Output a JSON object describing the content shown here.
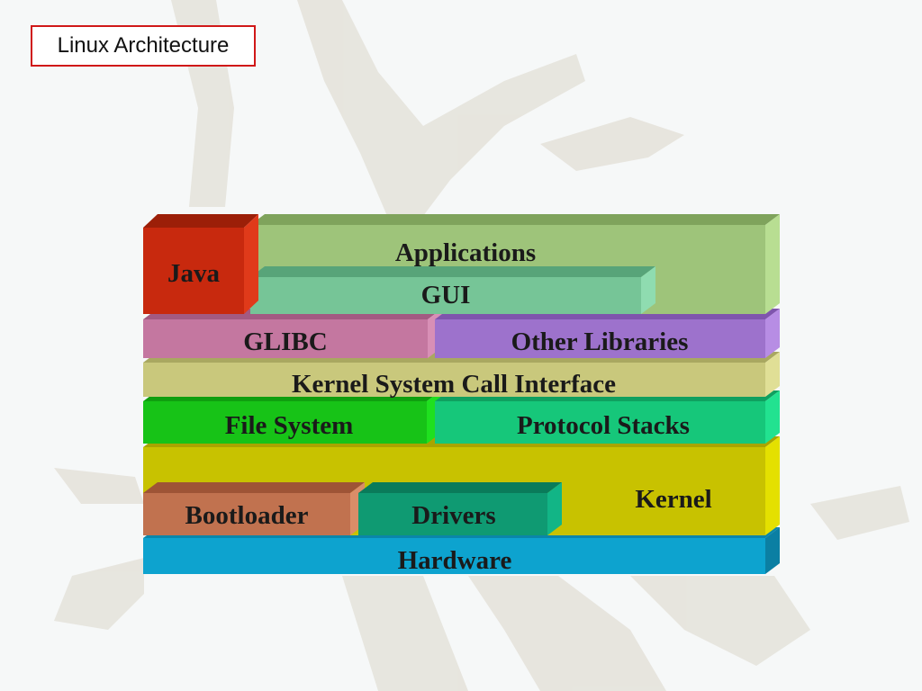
{
  "title": "Linux Architecture",
  "blocks": {
    "applications": {
      "label": "Applications",
      "color": "#9ec47a"
    },
    "java": {
      "label": "Java",
      "color": "#c8290e"
    },
    "gui": {
      "label": "GUI",
      "color": "#76c597"
    },
    "glibc": {
      "label": "GLIBC",
      "color": "#c477a0"
    },
    "other_libraries": {
      "label": "Other Libraries",
      "color": "#9d72cc"
    },
    "kernel_sci": {
      "label": "Kernel System Call Interface",
      "color": "#c9c87c"
    },
    "file_system": {
      "label": "File System",
      "color": "#17c317"
    },
    "protocol_stacks": {
      "label": "Protocol Stacks",
      "color": "#16c77a"
    },
    "kernel": {
      "label": "Kernel",
      "color": "#c8c200"
    },
    "bootloader": {
      "label": "Bootloader",
      "color": "#c1724f"
    },
    "drivers": {
      "label": "Drivers",
      "color": "#0f9a72"
    },
    "hardware": {
      "label": "Hardware",
      "color": "#0da3cf"
    }
  }
}
